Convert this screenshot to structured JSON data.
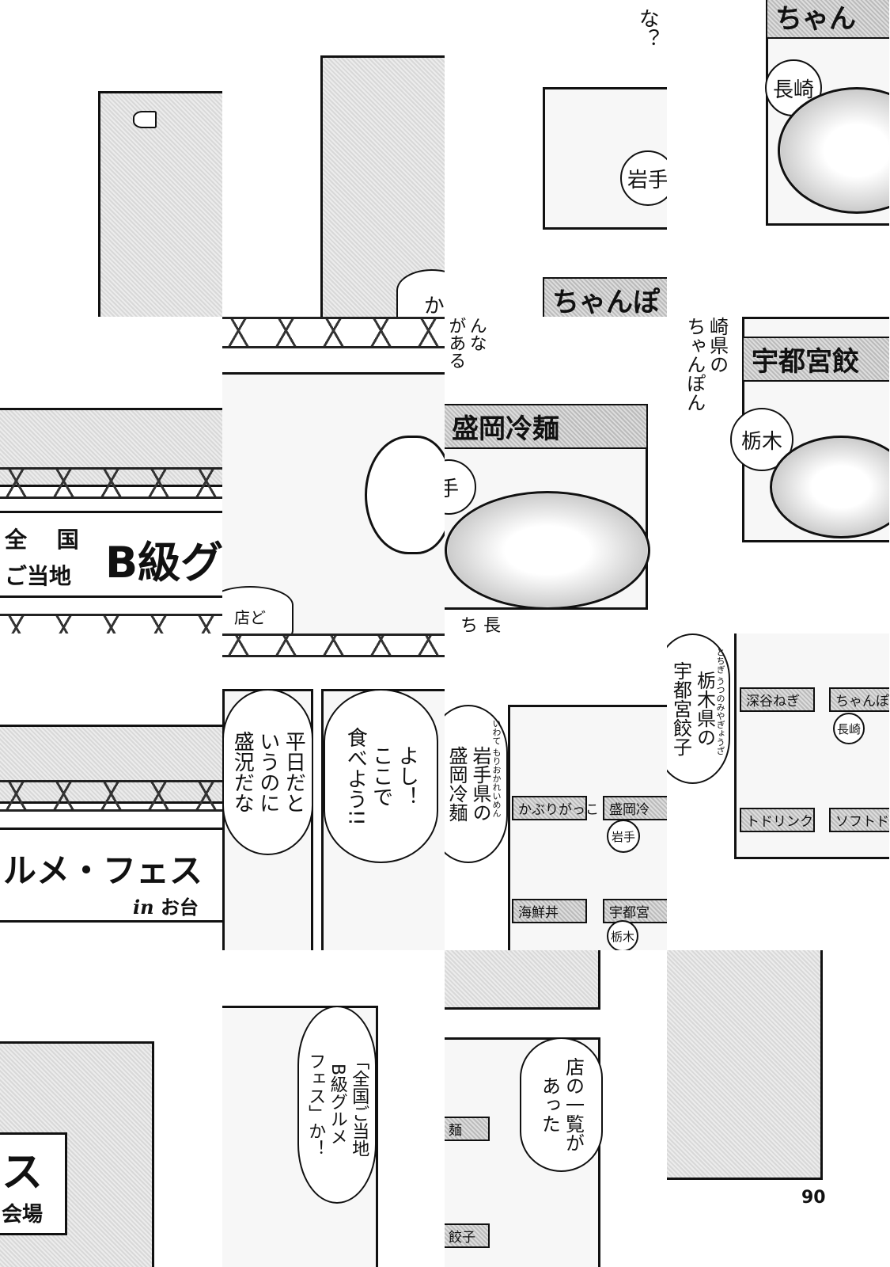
{
  "tiles": {
    "r0c1": {
      "bubble": "か"
    },
    "r0c2": {
      "bubble": [
        "な？"
      ],
      "circle": "岩手",
      "header": "ちゃんぽ"
    },
    "r0c3": {
      "header": "ちゃん",
      "circle": "長崎"
    },
    "r1c0": {
      "line1": "全 国",
      "line2": "ご当地",
      "big": "B級グ"
    },
    "r1c1": {
      "bubble": "店ど"
    },
    "r1c2": {
      "bubble": [
        "んな",
        "がある"
      ],
      "header": "盛岡冷麺",
      "circle": "手",
      "bottom": "ち 長"
    },
    "r1c3": {
      "vertical": [
        "崎県の",
        "ちゃんぽん"
      ],
      "header": "宇都宮餃",
      "circle": "栃木"
    },
    "r2c0": {
      "big": "ルメ・フェス",
      "small_in": "in",
      "small": "お台"
    },
    "r2c1": {
      "bubble_left": [
        "平日だと",
        "いうのに",
        "盛況だな"
      ],
      "bubble_right": [
        "よし！",
        "ここで",
        "食べよう!!"
      ]
    },
    "r2c2": {
      "bubble": [
        "岩手県の",
        "盛岡冷麺"
      ],
      "ruby": "いわて もりおかれいめん",
      "labels": [
        "かぶりがっこ",
        "盛岡冷",
        "海鮮丼",
        "宇都宮"
      ],
      "circles": [
        "岩手",
        "栃木"
      ]
    },
    "r2c3": {
      "bubble": [
        "栃木県の",
        "宇都宮餃子"
      ],
      "ruby": "とちぎ うつのみやぎょうざ",
      "labels": [
        "深谷ねぎ",
        "ちゃんぽ",
        "トドリンク",
        "ソフトド"
      ],
      "circle": "長崎"
    },
    "r3c0": {
      "big": "ス",
      "small": "会場"
    },
    "r3c1": {
      "bubble": [
        "「全国ご当地",
        "B級グルメ",
        "フェス」か！"
      ]
    },
    "r3c2": {
      "bubble": [
        "店の一覧が",
        "あった"
      ],
      "labels": [
        "麺",
        "餃子"
      ]
    },
    "r3c3": {
      "page_number": "90"
    }
  }
}
